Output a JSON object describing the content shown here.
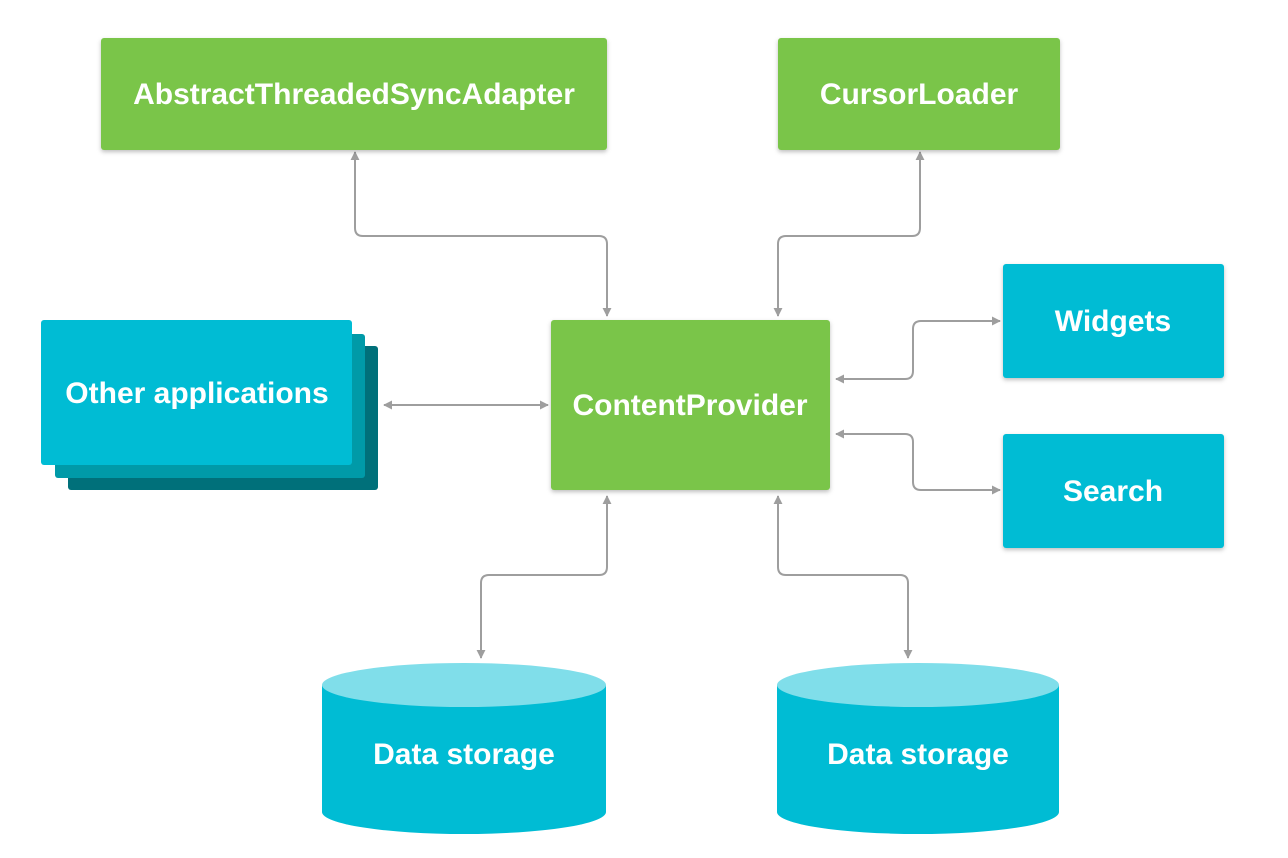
{
  "colors": {
    "green": "#7ac54a",
    "cyan": "#00bcd4",
    "cyan_mid": "#009aa8",
    "cyan_dark": "#00707a",
    "cylinder_top": "#80deea",
    "connector": "#9e9e9e"
  },
  "nodes": {
    "sync_adapter": "AbstractThreadedSyncAdapter",
    "cursor_loader": "CursorLoader",
    "content_provider": "ContentProvider",
    "other_apps": "Other applications",
    "widgets": "Widgets",
    "search": "Search",
    "storage_left": "Data storage",
    "storage_right": "Data storage"
  }
}
